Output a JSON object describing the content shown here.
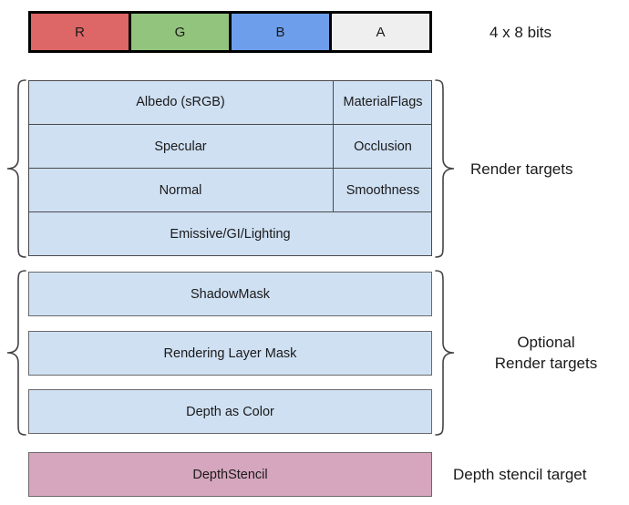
{
  "palette": {
    "red": "#dd6666",
    "green": "#93c47d",
    "blue": "#6d9eeb",
    "alpha": "#efefef",
    "light_blue": "#cfe0f3",
    "pink": "#d5a6bd",
    "block_border": "#6a6a6a",
    "strip_border": "#000000",
    "text": "#1a1a1a"
  },
  "channel_strip": {
    "cells": [
      {
        "label": "R",
        "color": "#dd6666"
      },
      {
        "label": "G",
        "color": "#93c47d"
      },
      {
        "label": "B",
        "color": "#6d9eeb"
      },
      {
        "label": "A",
        "color": "#efefef"
      }
    ],
    "side_label": "4 x 8 bits"
  },
  "render_targets": {
    "side_label": "Render targets",
    "rows": [
      {
        "main": "Albedo (sRGB)",
        "alt": "MaterialFlags"
      },
      {
        "main": "Specular",
        "alt": "Occlusion"
      },
      {
        "main": "Normal",
        "alt": "Smoothness"
      },
      {
        "main": "Emissive/GI/Lighting",
        "alt": ""
      }
    ]
  },
  "optional_render_targets": {
    "side_label": "Optional\nRender targets",
    "blocks": [
      {
        "label": "ShadowMask"
      },
      {
        "label": "Rendering Layer Mask"
      },
      {
        "label": "Depth as Color"
      }
    ]
  },
  "depth_stencil": {
    "label": "DepthStencil",
    "side_label": "Depth stencil target"
  }
}
